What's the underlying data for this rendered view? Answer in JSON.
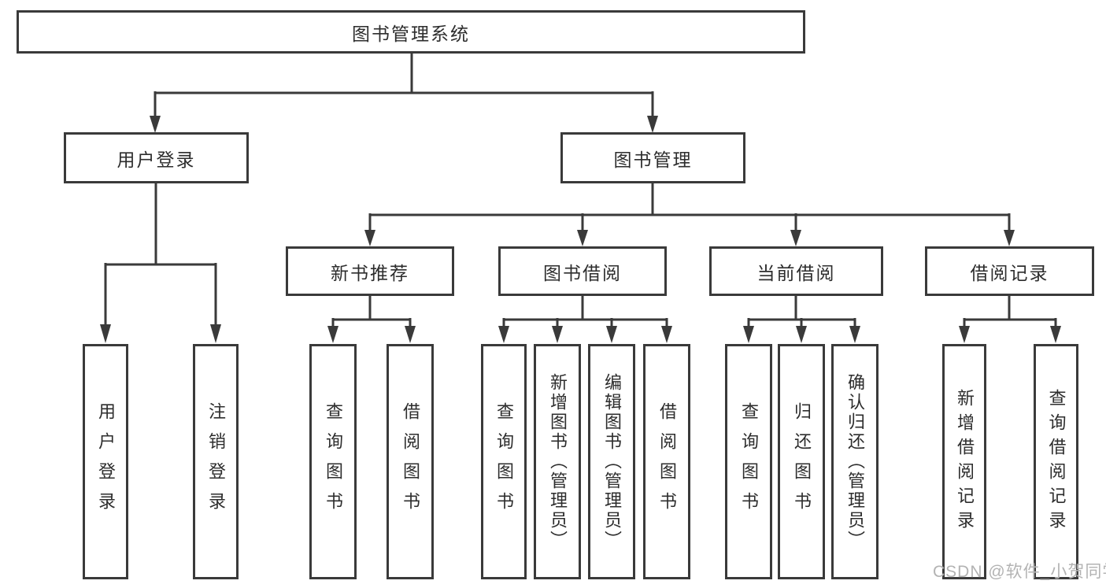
{
  "diagram": {
    "title": "图书管理系统",
    "type": "function-structure-tree",
    "colors": {
      "line": "#3a3a3a",
      "border": "#3a3a3a",
      "text": "#2d2d2d",
      "background": "#ffffff",
      "watermark_text": "#b3b3b3"
    },
    "tree": {
      "root": {
        "label": "图书管理系统"
      },
      "branches": [
        {
          "label": "用户登录",
          "children": [
            {
              "label": "用户登录"
            },
            {
              "label": "注销登录"
            }
          ]
        },
        {
          "label": "图书管理",
          "children": [
            {
              "label": "新书推荐",
              "children": [
                {
                  "label": "查询图书"
                },
                {
                  "label": "借阅图书"
                }
              ]
            },
            {
              "label": "图书借阅",
              "children": [
                {
                  "label": "查询图书"
                },
                {
                  "label": "新增图书（管理员）"
                },
                {
                  "label": "编辑图书（管理员）"
                },
                {
                  "label": "借阅图书"
                }
              ]
            },
            {
              "label": "当前借阅",
              "children": [
                {
                  "label": "查询图书"
                },
                {
                  "label": "归还图书"
                },
                {
                  "label": "确认归还（管理员）"
                }
              ]
            },
            {
              "label": "借阅记录",
              "children": [
                {
                  "label": "新增借阅记录"
                },
                {
                  "label": "查询借阅记录"
                }
              ]
            }
          ]
        }
      ]
    },
    "watermark": "CSDN @软件_小贺同学"
  }
}
